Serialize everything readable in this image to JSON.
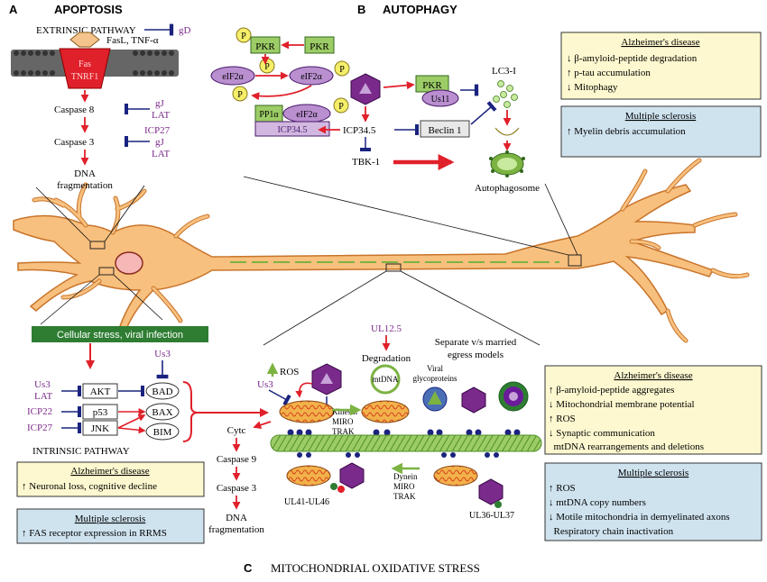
{
  "sections": {
    "a_letter": "A",
    "a_title": "APOPTOSIS",
    "b_letter": "B",
    "b_title": "AUTOPHAGY",
    "c_letter": "C",
    "c_title": "MITOCHONDRIAL OXIDATIVE STRESS"
  },
  "apoptosis": {
    "extrinsic_label": "EXTRINSIC PATHWAY",
    "gd": "gD",
    "ligand": "FasL, TNF-α",
    "receptor_line1": "Fas",
    "receptor_line2": "TNRF1",
    "caspase8": "Caspase 8",
    "caspase8_inh1": "gJ",
    "caspase8_inh2": "LAT",
    "caspase3": "Caspase 3",
    "icp27": "ICP27",
    "caspase3_inh1": "gJ",
    "caspase3_inh2": "LAT",
    "dna_line1": "DNA",
    "dna_line2": "fragmentation",
    "stress_label": "Cellular stress, viral infection",
    "us3_top": "Us3",
    "us3": "Us3",
    "lat": "LAT",
    "icp22": "ICP22",
    "icp27b": "ICP27",
    "akt": "AKT",
    "p53": "p53",
    "jnk": "JNK",
    "bad": "BAD",
    "bax": "BAX",
    "bim": "BIM",
    "intrinsic_label": "INTRINSIC PATHWAY",
    "ad_title": "Alzheimer's disease",
    "ad_item": "↑ Neuronal loss, cognitive decline",
    "ms_title": "Multiple sclerosis",
    "ms_item": "↑ FAS receptor expression in RRMS"
  },
  "autophagy": {
    "p": "P",
    "pkr": "PKR",
    "eif2a": "eIF2α",
    "pp1a": "PP1α",
    "icp345_box": "ICP34.5",
    "icp345": "ICP34.5",
    "us11": "Us11",
    "beclin": "Beclin 1",
    "tbk1": "TBK-1",
    "lc3": "LC3-I",
    "autophagosome": "Autophagosome",
    "ad_title": "Alzheimer's disease",
    "ad_items": [
      "↓ β-amyloid-peptide degradation",
      "↑ p-tau accumulation",
      "↓ Mitophagy"
    ],
    "ms_title": "Multiple sclerosis",
    "ms_items": [
      "↑ Myelin debris accumulation"
    ]
  },
  "mito": {
    "ul125": "UL12.5",
    "degradation": "Degradation",
    "egress_line1": "Separate v/s married",
    "egress_line2": "egress models",
    "ros": "ROS",
    "us3": "Us3",
    "mtdna": "mtDNA",
    "viral_line1": "Viral",
    "viral_line2": "glycoproteins",
    "kinesin": [
      "Kinesin",
      "MIRO",
      "TRAK"
    ],
    "dynein": [
      "Dynein",
      "MIRO",
      "TRAK"
    ],
    "cytc": "Cytc",
    "caspase9": "Caspase 9",
    "caspase3": "Caspase 3",
    "dna_line1": "DNA",
    "dna_line2": "fragmentation",
    "ul41": "UL41-UL46",
    "ul36": "UL36-UL37",
    "ad_title": "Alzheimer's disease",
    "ad_items": [
      "↑ β-amyloid-peptide aggregates",
      "↓ Mitochondrial membrane potential",
      "↑ ROS",
      "↓ Synaptic communication",
      "  mtDNA rearrangements and deletions"
    ],
    "ms_title": "Multiple sclerosis",
    "ms_items": [
      "↑ ROS",
      "↓ mtDNA copy numbers",
      "↓ Motile mitochondria in demyelinated axons",
      "  Respiratory chain inactivation"
    ]
  },
  "colors": {
    "red": "#e0202a",
    "purple": "#7a2a8a",
    "navy": "#1a237e",
    "neuron": "#f8c07e",
    "neuron_edge": "#c8742a",
    "green": "#9ccc65",
    "ad_box": "#fdf8cf",
    "ms_box": "#cfe3ef",
    "stress": "#2e7d32"
  }
}
